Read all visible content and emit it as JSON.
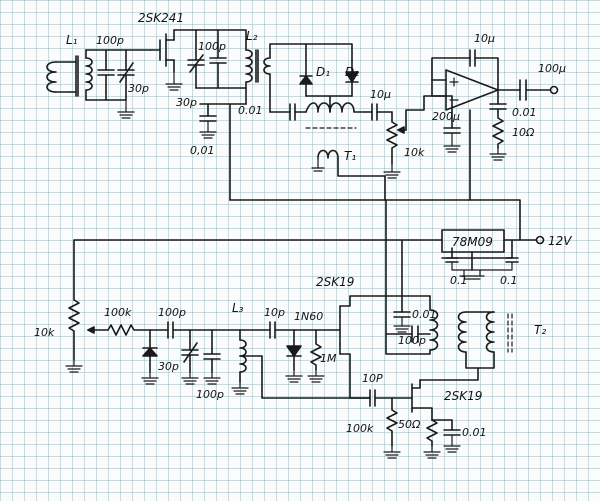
{
  "labels": {
    "l1": "L₁",
    "c_l1": "100p",
    "c_30p_a": "30p",
    "q1": "2SK241",
    "c_100p_b": "100p",
    "l2": "L₂",
    "c_30p_b": "30p",
    "c_001_a": "0.01",
    "c_001_b": "0,01",
    "d1": "D₁",
    "d2": "D₂",
    "t1": "T₁",
    "c_10u_a": "10μ",
    "r_10k_a": "10k",
    "c_10u_b": "10μ",
    "c_200u": "200μ",
    "c_100u": "100μ",
    "c_001_c": "0.01",
    "r_10ohm": "10Ω",
    "reg": "78M09",
    "c_01_a": "0.1",
    "c_01_b": "0.1",
    "v12": "12V",
    "q2": "2SK19",
    "r_10k_b": "10k",
    "r_100k_a": "100k",
    "c_100p_c": "100p",
    "l3": "L₃",
    "c_10p_a": "10p",
    "d3": "1N60",
    "r_1m": "1M",
    "c_001_d": "0.01",
    "c_100p_d": "100p",
    "t2": "T₂",
    "c_30p_c": "30p",
    "c_100p_e": "100p",
    "c_10p_b": "10P",
    "q3": "2SK19",
    "r_100k_b": "100k",
    "r_50ohm": "50Ω",
    "c_001_e": "0.01"
  }
}
